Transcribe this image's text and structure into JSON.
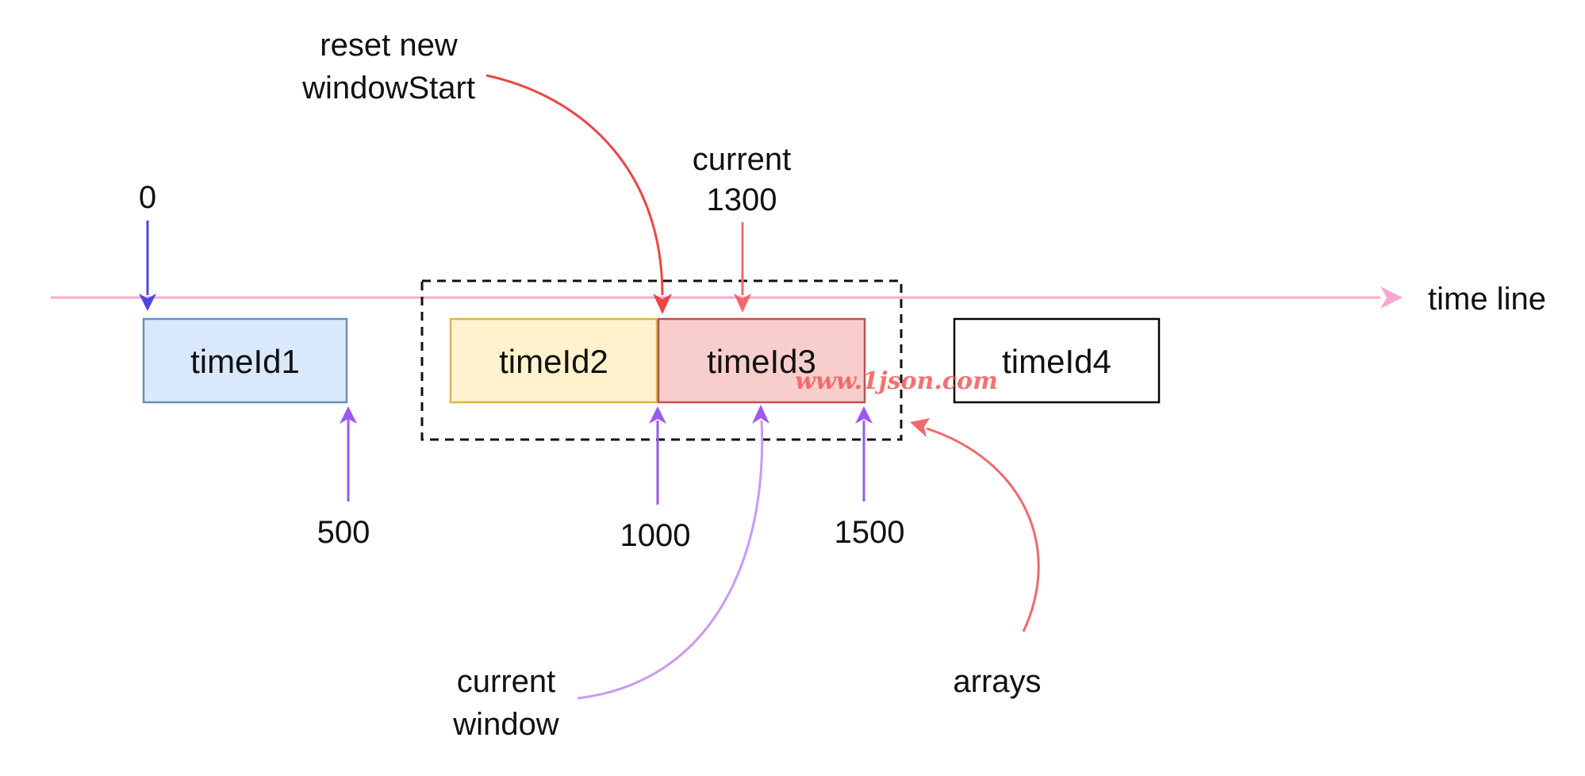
{
  "timeline": {
    "label": "time line",
    "color": "#f7a8d2"
  },
  "boxes": [
    {
      "label": "timeId1",
      "fill": "#dae8fc",
      "stroke": "#6c8ebf"
    },
    {
      "label": "timeId2",
      "fill": "#fff2cc",
      "stroke": "#d6b656"
    },
    {
      "label": "timeId3",
      "fill": "#f8cecc",
      "stroke": "#b85450"
    },
    {
      "label": "timeId4",
      "fill": "#ffffff",
      "stroke": "#000000"
    }
  ],
  "ticks": {
    "t0": "0",
    "t500": "500",
    "t1000": "1000",
    "t1500": "1500"
  },
  "labels": {
    "reset_line1": "reset new",
    "reset_line2": "windowStart",
    "current_line1": "current",
    "current_line2": "1300",
    "current_window_line1": "current",
    "current_window_line2": "window",
    "arrays": "arrays"
  },
  "watermark": "www.1json.com",
  "colors": {
    "blue_arrow": "#4b4bdc",
    "purple_arrow": "#9a59f0",
    "red_arrow": "#ee4444",
    "pink_arrow": "#f06870",
    "dashed_border": "#111111"
  }
}
